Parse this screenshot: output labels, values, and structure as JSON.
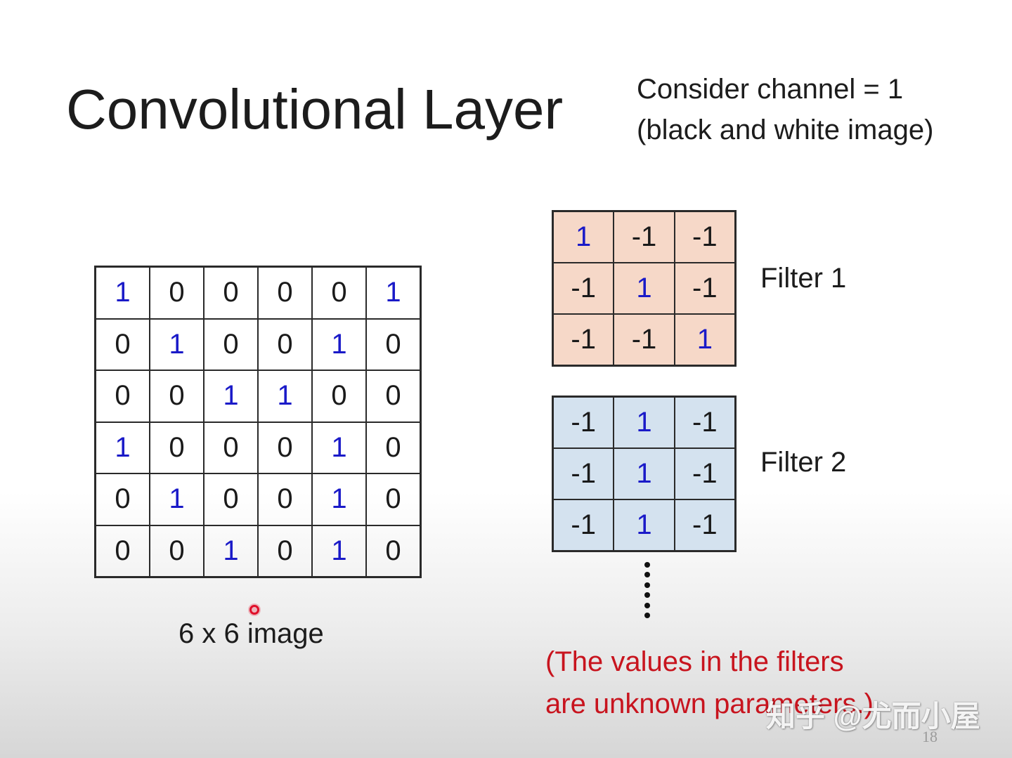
{
  "slide": {
    "title": "Convolutional Layer",
    "subtitle_line1": "Consider channel = 1",
    "subtitle_line2": "(black and white image)",
    "image_caption": "6 x 6 image",
    "note_line1": "(The values in the filters",
    "note_line2": "are unknown parameters.)",
    "slide_number": "18",
    "watermark": "知乎 @尤而小屋"
  },
  "image": {
    "rows": [
      [
        "1",
        "0",
        "0",
        "0",
        "0",
        "1"
      ],
      [
        "0",
        "1",
        "0",
        "0",
        "1",
        "0"
      ],
      [
        "0",
        "0",
        "1",
        "1",
        "0",
        "0"
      ],
      [
        "1",
        "0",
        "0",
        "0",
        "1",
        "0"
      ],
      [
        "0",
        "1",
        "0",
        "0",
        "1",
        "0"
      ],
      [
        "0",
        "0",
        "1",
        "0",
        "1",
        "0"
      ]
    ]
  },
  "filters": [
    {
      "label": "Filter 1",
      "color": "#f6d8c8",
      "rows": [
        [
          "1",
          "-1",
          "-1"
        ],
        [
          "-1",
          "1",
          "-1"
        ],
        [
          "-1",
          "-1",
          "1"
        ]
      ]
    },
    {
      "label": "Filter 2",
      "color": "#d4e2ef",
      "rows": [
        [
          "-1",
          "1",
          "-1"
        ],
        [
          "-1",
          "1",
          "-1"
        ],
        [
          "-1",
          "1",
          "-1"
        ]
      ]
    }
  ],
  "colors": {
    "one_value": "#1a1ac8",
    "note_text": "#c8141e",
    "pointer": "#e0102a"
  }
}
